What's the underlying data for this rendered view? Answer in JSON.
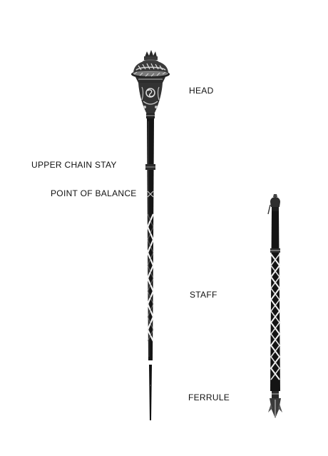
{
  "labels": {
    "head": "HEAD",
    "upper_chain_stay": "UPPER CHAIN STAY",
    "point_of_balance": "POINT OF BALANCE",
    "staff": "STAFF",
    "ferrule": "FERRULE"
  },
  "colors": {
    "ink": "#111111",
    "shaft": "#141414",
    "cord": "#f4f4f4",
    "metal": "#8a8a8a",
    "background": "#ffffff"
  }
}
